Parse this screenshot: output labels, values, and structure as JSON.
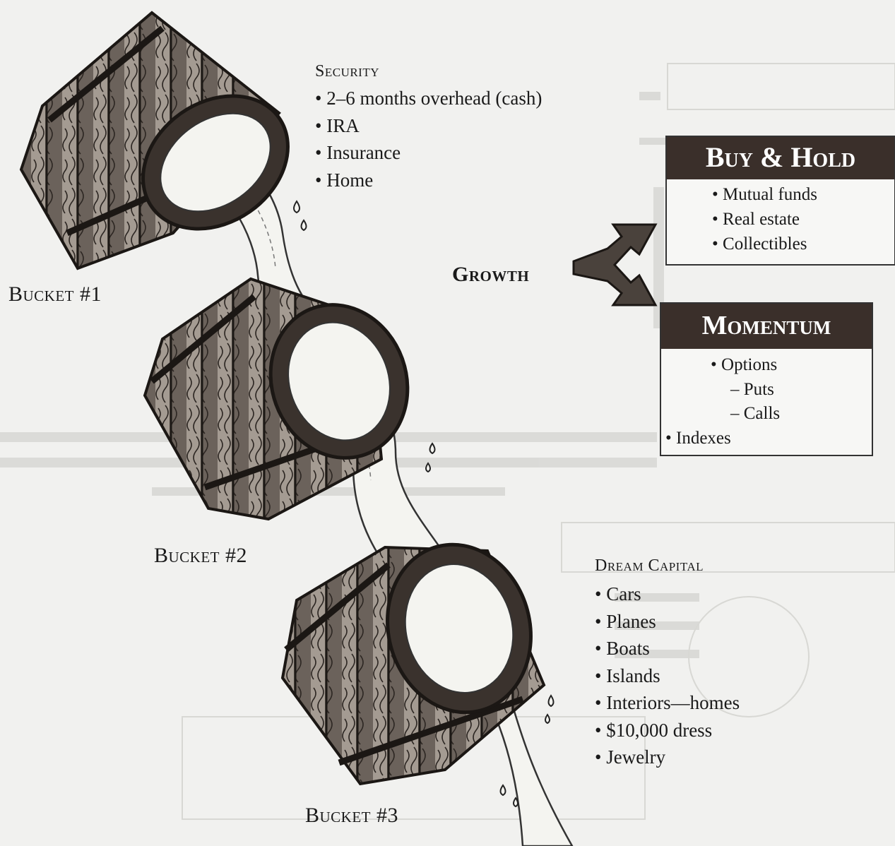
{
  "security": {
    "title": "Security",
    "items": [
      "2–6 months overhead (cash)",
      "IRA",
      "Insurance",
      "Home"
    ]
  },
  "growth": {
    "label": "Growth"
  },
  "buy_hold": {
    "title": "Buy & Hold",
    "items": [
      "Mutual funds",
      "Real estate",
      "Collectibles"
    ]
  },
  "momentum": {
    "title": "Momentum",
    "items": [
      "Options",
      "Puts",
      "Calls",
      "Indexes"
    ]
  },
  "dream_capital": {
    "title": "Dream Capital",
    "items": [
      "Cars",
      "Planes",
      "Boats",
      "Islands",
      "Interiors—homes",
      "$10,000 dress",
      "Jewelry"
    ]
  },
  "buckets": {
    "b1": "Bucket #1",
    "b2": "Bucket #2",
    "b3": "Bucket #3"
  },
  "colors": {
    "wood_dark": "#2c2622",
    "wood_mid": "#6b625b",
    "wood_light": "#a49b92",
    "water": "#f4f4f0",
    "box_header": "#3a2f2a",
    "paper": "#f1f1ef"
  }
}
